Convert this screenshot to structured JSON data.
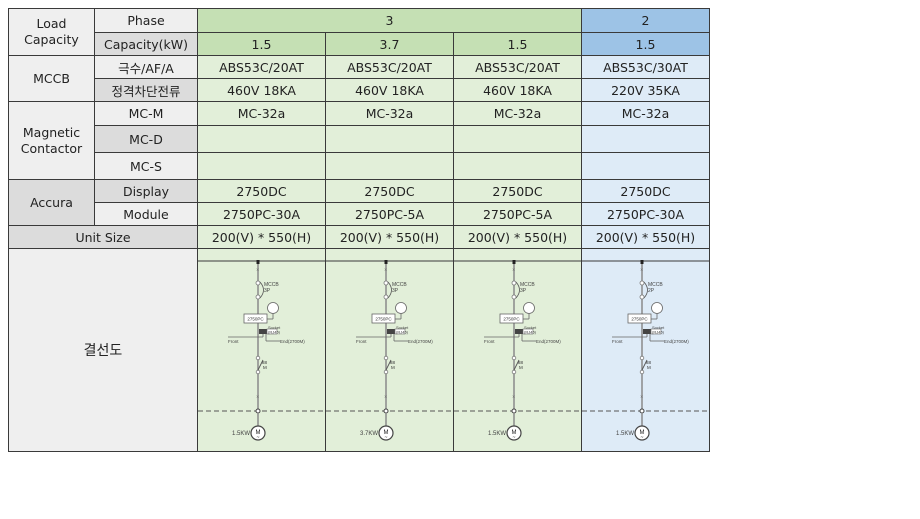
{
  "table": {
    "group_labels": {
      "load_capacity": "Load Capacity",
      "mccb": "MCCB",
      "magnetic_contactor": "Magnetic Contactor",
      "accura": "Accura",
      "unit_size": "Unit Size",
      "wiring_diagram": "결선도"
    },
    "row_labels": {
      "phase": "Phase",
      "capacity": "Capacity(kW)",
      "poles_af_a": "극수/AF/A",
      "rated_breaking": "정격차단전류",
      "mc_m": "MC-M",
      "mc_d": "MC-D",
      "mc_s": "MC-S",
      "display": "Display",
      "module": "Module"
    },
    "phase_groups": [
      {
        "phase": "3",
        "color": "#c5e0b4"
      },
      {
        "phase": "2",
        "color": "#9dc3e6"
      }
    ],
    "columns": [
      {
        "capacity": "1.5",
        "mccb_type": "ABS53C/20AT",
        "mccb_rating": "460V 18KA",
        "mc_m": "MC-32a",
        "mc_d": "",
        "mc_s": "",
        "display": "2750DC",
        "module": "2750PC-30A",
        "unit_size": "200(V) * 550(H)",
        "diagram": {
          "breaker": "MCCB",
          "poles": "3P",
          "meter": "2750PC",
          "socket": "Socket",
          "rj45": "(RJ45)",
          "front": "Front",
          "end": "End(2700M)",
          "contactor": "88",
          "contactor_sub": "M",
          "motor": "M",
          "motor_kw": "1.5KW"
        }
      },
      {
        "capacity": "3.7",
        "mccb_type": "ABS53C/20AT",
        "mccb_rating": "460V 18KA",
        "mc_m": "MC-32a",
        "mc_d": "",
        "mc_s": "",
        "display": "2750DC",
        "module": "2750PC-5A",
        "unit_size": "200(V) * 550(H)",
        "diagram": {
          "breaker": "MCCB",
          "poles": "3P",
          "meter": "2750PC",
          "socket": "Socket",
          "rj45": "(RJ45)",
          "front": "Front",
          "end": "End(2700M)",
          "contactor": "88",
          "contactor_sub": "M",
          "motor": "M",
          "motor_kw": "3.7KW"
        }
      },
      {
        "capacity": "1.5",
        "mccb_type": "ABS53C/20AT",
        "mccb_rating": "460V 18KA",
        "mc_m": "MC-32a",
        "mc_d": "",
        "mc_s": "",
        "display": "2750DC",
        "module": "2750PC-5A",
        "unit_size": "200(V) * 550(H)",
        "diagram": {
          "breaker": "MCCB",
          "poles": "3P",
          "meter": "2750PC",
          "socket": "Socket",
          "rj45": "(RJ45)",
          "front": "Front",
          "end": "End(2700M)",
          "contactor": "88",
          "contactor_sub": "M",
          "motor": "M",
          "motor_kw": "1.5KW"
        }
      },
      {
        "capacity": "1.5",
        "mccb_type": "ABS53C/30AT",
        "mccb_rating": "220V 35KA",
        "mc_m": "MC-32a",
        "mc_d": "",
        "mc_s": "",
        "display": "2750DC",
        "module": "2750PC-30A",
        "unit_size": "200(V) * 550(H)",
        "diagram": {
          "breaker": "MCCB",
          "poles": "2P",
          "meter": "2750PC",
          "socket": "Socket",
          "rj45": "(RJ45)",
          "front": "Front",
          "end": "End(2700M)",
          "contactor": "88",
          "contactor_sub": "M",
          "motor": "M",
          "motor_kw": "1.5KW"
        }
      }
    ]
  }
}
